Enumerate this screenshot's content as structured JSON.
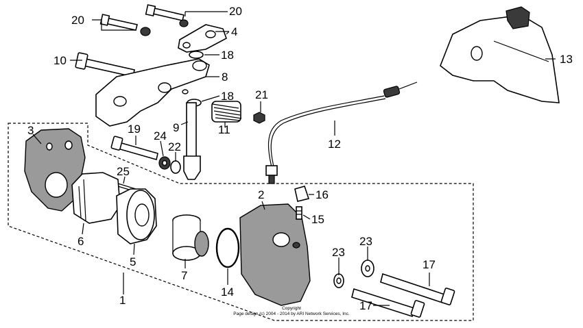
{
  "callouts": [
    {
      "id": "c20a",
      "text": "20"
    },
    {
      "id": "c20b",
      "text": "20"
    },
    {
      "id": "c4",
      "text": "4"
    },
    {
      "id": "c18a",
      "text": "18"
    },
    {
      "id": "c10",
      "text": "10"
    },
    {
      "id": "c8",
      "text": "8"
    },
    {
      "id": "c18b",
      "text": "18"
    },
    {
      "id": "c21",
      "text": "21"
    },
    {
      "id": "c11",
      "text": "11"
    },
    {
      "id": "c9",
      "text": "9"
    },
    {
      "id": "c13",
      "text": "13"
    },
    {
      "id": "c12",
      "text": "12"
    },
    {
      "id": "c3",
      "text": "3"
    },
    {
      "id": "c19",
      "text": "19"
    },
    {
      "id": "c24",
      "text": "24"
    },
    {
      "id": "c22",
      "text": "22"
    },
    {
      "id": "c25",
      "text": "25"
    },
    {
      "id": "c2",
      "text": "2"
    },
    {
      "id": "c16",
      "text": "16"
    },
    {
      "id": "c15",
      "text": "15"
    },
    {
      "id": "c6",
      "text": "6"
    },
    {
      "id": "c5",
      "text": "5"
    },
    {
      "id": "c7",
      "text": "7"
    },
    {
      "id": "c14",
      "text": "14"
    },
    {
      "id": "c23a",
      "text": "23"
    },
    {
      "id": "c23b",
      "text": "23"
    },
    {
      "id": "c17a",
      "text": "17"
    },
    {
      "id": "c17b",
      "text": "17"
    },
    {
      "id": "c1",
      "text": "1"
    }
  ],
  "copyright": {
    "line1": "Copyright",
    "line2": "Page design (c) 2004 - 2014 by ARI Network Services, Inc."
  }
}
